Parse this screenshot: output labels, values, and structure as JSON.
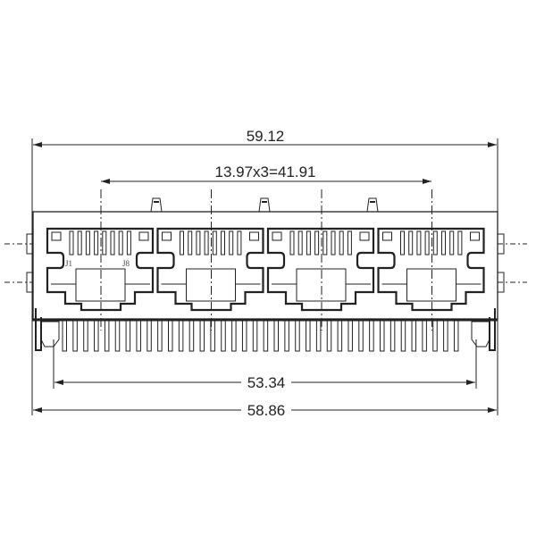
{
  "dimensions": {
    "overall_top": "59.12",
    "port_pitch": "13.97x3=41.91",
    "pin_span": "53.34",
    "overall_bottom": "58.86"
  },
  "port_labels": {
    "left": "J1",
    "right": "J8"
  },
  "port_count": 4,
  "line_color": "#1a1a1a"
}
